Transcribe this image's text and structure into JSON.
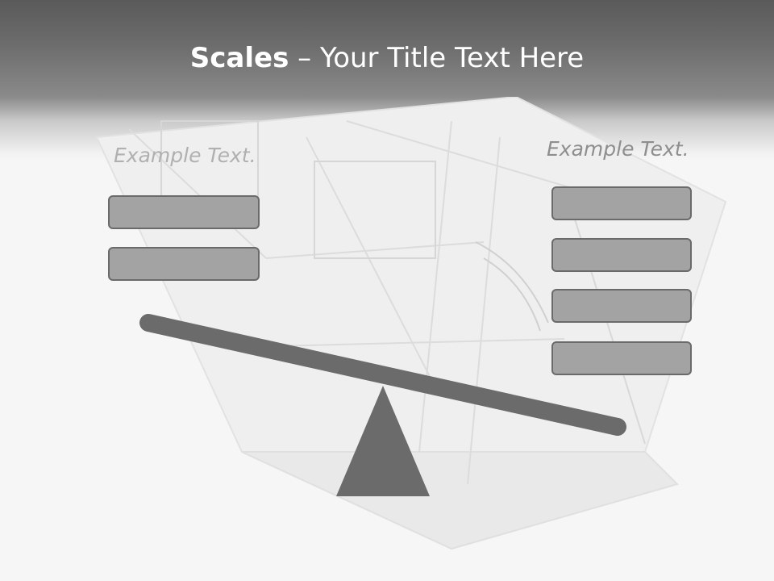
{
  "slide": {
    "title_bold": "Scales",
    "title_rest": " – Your Title Text Here",
    "left_example": "Example Text.",
    "right_example": "Example Text.",
    "left_box_count": 2,
    "right_box_count": 4
  },
  "colors": {
    "header_dark": "#5a5a5a",
    "box_fill": "#a3a3a3",
    "box_border": "#6a6a6a",
    "beam": "#6b6b6b",
    "text_muted": "#8e8e8e"
  }
}
